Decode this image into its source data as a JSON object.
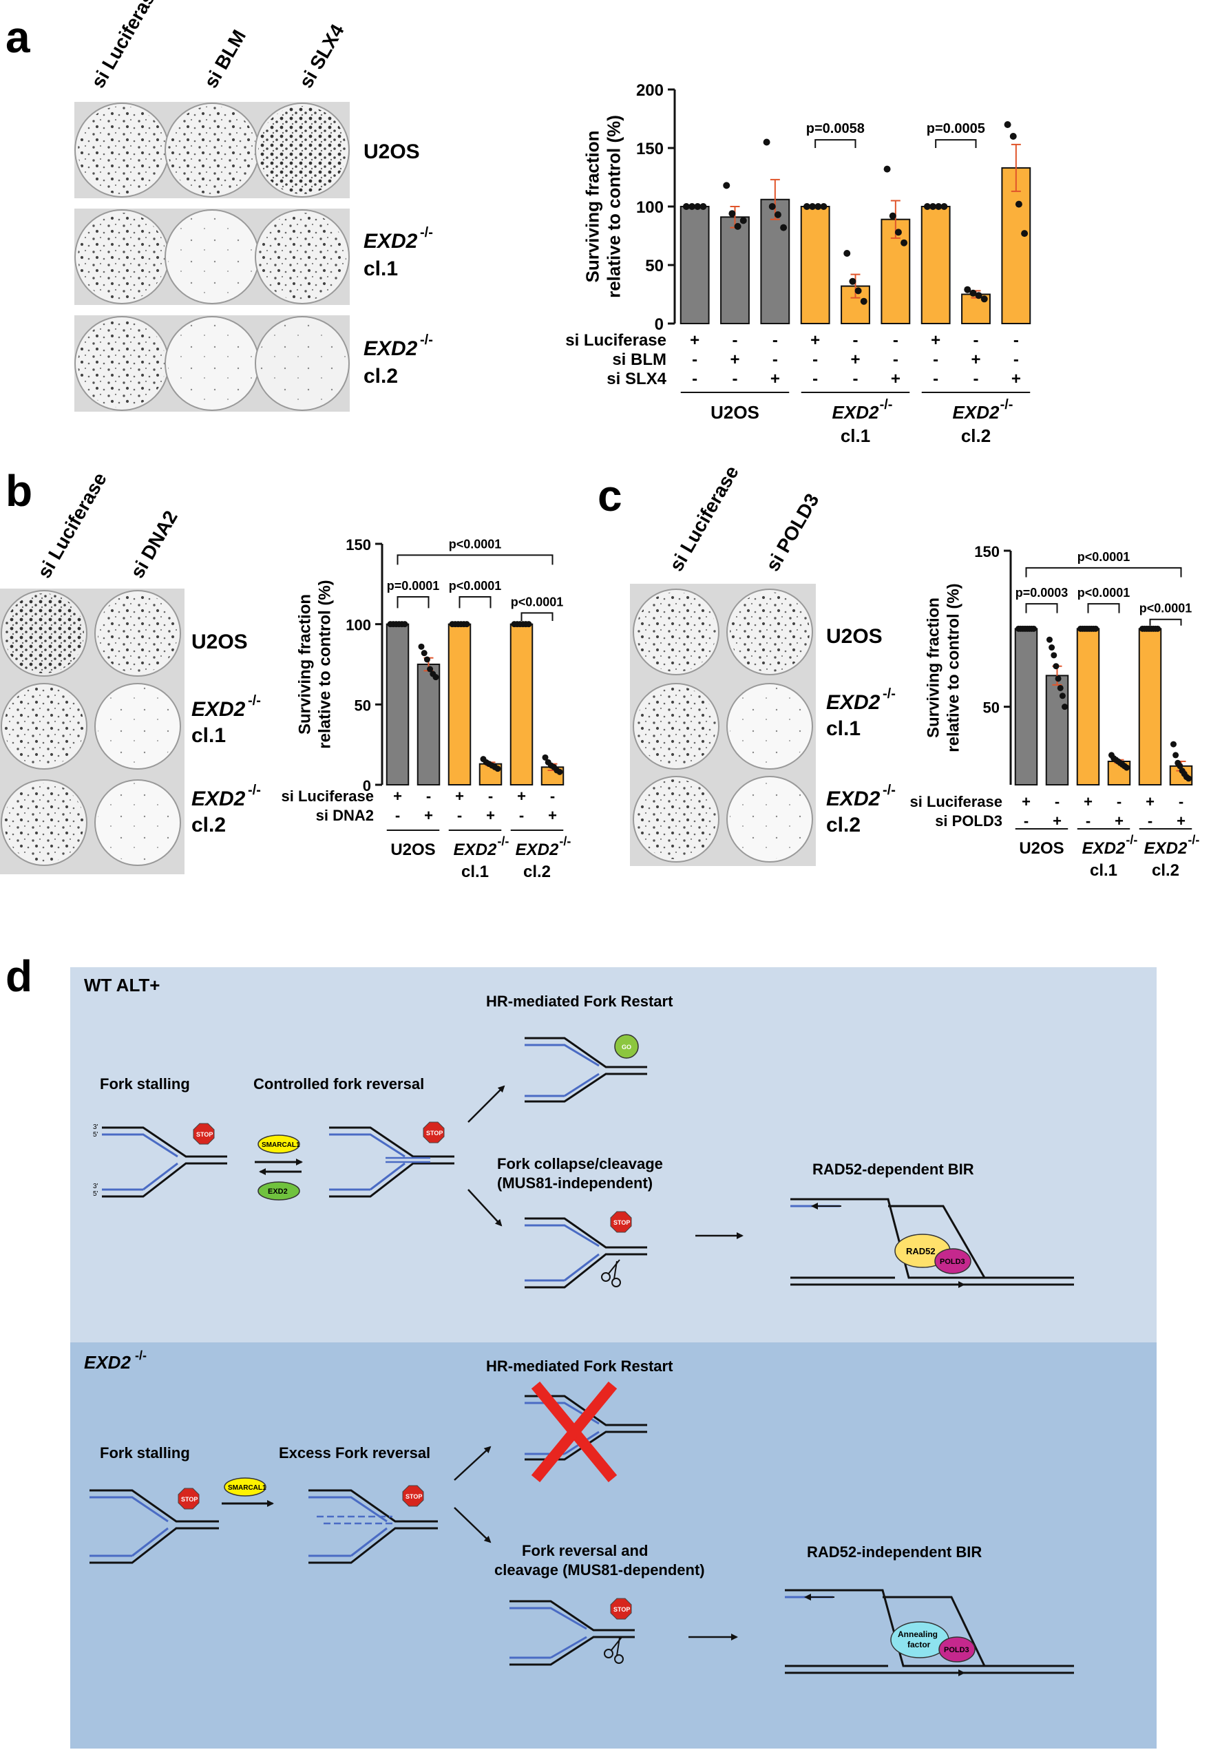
{
  "panels": {
    "a": {
      "letter": "a",
      "plate_columns": [
        "si Luciferase",
        "si BLM",
        "si SLX4"
      ],
      "rows": [
        {
          "label": "U2OS",
          "label2": ""
        },
        {
          "label": "EXD2",
          "sup": "-/-",
          "label2": "cl.1"
        },
        {
          "label": "EXD2",
          "sup": "-/-",
          "label2": "cl.2"
        }
      ],
      "ylabel_line1": "Surviving fraction",
      "ylabel_line2": "relative to control (%)",
      "yticks": [
        "0",
        "50",
        "100",
        "150",
        "200"
      ],
      "condition_labels": [
        "si Luciferase",
        "si BLM",
        "si SLX4"
      ],
      "condition_signs": [
        [
          "+",
          "-",
          "-",
          "+",
          "-",
          "-",
          "+",
          "-",
          "-"
        ],
        [
          "-",
          "+",
          "-",
          "-",
          "+",
          "-",
          "-",
          "+",
          "-"
        ],
        [
          "-",
          "-",
          "+",
          "-",
          "-",
          "+",
          "-",
          "-",
          "+"
        ]
      ],
      "groups": [
        {
          "name": "U2OS",
          "sup": "",
          "name2": ""
        },
        {
          "name": "EXD2",
          "sup": "-/-",
          "name2": "cl.1"
        },
        {
          "name": "EXD2",
          "sup": "-/-",
          "name2": "cl.2"
        }
      ],
      "pvalues": [
        "p=0.0058",
        "p=0.0005"
      ]
    },
    "b": {
      "letter": "b",
      "plate_columns": [
        "si Luciferase",
        "si DNA2"
      ],
      "rows": [
        {
          "label": "U2OS",
          "label2": ""
        },
        {
          "label": "EXD2",
          "sup": "-/-",
          "label2": "cl.1"
        },
        {
          "label": "EXD2",
          "sup": "-/-",
          "label2": "cl.2"
        }
      ],
      "ylabel_line1": "Surviving fraction",
      "ylabel_line2": "relative to control (%)",
      "yticks": [
        "0",
        "50",
        "100",
        "150"
      ],
      "condition_labels": [
        "si Luciferase",
        "si DNA2"
      ],
      "condition_signs": [
        [
          "+",
          "-",
          "+",
          "-",
          "+",
          "-"
        ],
        [
          "-",
          "+",
          "-",
          "+",
          "-",
          "+"
        ]
      ],
      "groups": [
        {
          "name": "U2OS",
          "sup": "",
          "name2": ""
        },
        {
          "name": "EXD2",
          "sup": "-/-",
          "name2": "cl.1"
        },
        {
          "name": "EXD2",
          "sup": "-/-",
          "name2": "cl.2"
        }
      ],
      "pvalues": [
        "p<0.0001",
        "p=0.0001",
        "p<0.0001",
        "p<0.0001"
      ]
    },
    "c": {
      "letter": "c",
      "plate_columns": [
        "si Luciferase",
        "si POLD3"
      ],
      "rows": [
        {
          "label": "U2OS",
          "label2": ""
        },
        {
          "label": "EXD2",
          "sup": "-/-",
          "label2": "cl.1"
        },
        {
          "label": "EXD2",
          "sup": "-/-",
          "label2": "cl.2"
        }
      ],
      "ylabel_line1": "Surviving fraction",
      "ylabel_line2": "relative to control (%)",
      "yticks": [
        "50",
        "150"
      ],
      "condition_labels": [
        "si Luciferase",
        "si POLD3"
      ],
      "condition_signs": [
        [
          "+",
          "-",
          "+",
          "-",
          "+",
          "-"
        ],
        [
          "-",
          "+",
          "-",
          "+",
          "-",
          "+"
        ]
      ],
      "groups": [
        {
          "name": "U2OS",
          "sup": "",
          "name2": ""
        },
        {
          "name": "EXD2",
          "sup": "-/-",
          "name2": "cl.1"
        },
        {
          "name": "EXD2",
          "sup": "-/-",
          "name2": "cl.2"
        }
      ],
      "pvalues": [
        "p<0.0001",
        "p=0.0003",
        "p<0.0001",
        "p<0.0001"
      ]
    },
    "d": {
      "letter": "d",
      "wt": {
        "title": "WT ALT+",
        "fork_stalling": "Fork stalling",
        "controlled_reversal": "Controlled fork reversal",
        "hr_restart": "HR-mediated Fork Restart",
        "collapse_line1": "Fork collapse/cleavage",
        "collapse_line2": "(MUS81-independent)",
        "bir": "RAD52-dependent BIR",
        "smarcal1": "SMARCAL1",
        "exd2": "EXD2",
        "stop": "STOP",
        "go": "GO",
        "rad52": "RAD52",
        "pold3": "POLD3"
      },
      "ko": {
        "title": "EXD2",
        "title_sup": "-/-",
        "fork_stalling": "Fork stalling",
        "excess_reversal": "Excess Fork reversal",
        "hr_restart": "HR-mediated Fork Restart",
        "cleavage_line1": "Fork reversal and",
        "cleavage_line2": "cleavage (MUS81-dependent)",
        "bir": "RAD52-independent BIR",
        "smarcal1": "SMARCAL1",
        "stop": "STOP",
        "annealing_line1": "Annealing",
        "annealing_line2": "factor",
        "pold3": "POLD3"
      },
      "strand_labels": {
        "three": "3'",
        "five": "5'"
      }
    }
  },
  "chart_data": [
    {
      "type": "bar",
      "panel": "a",
      "categories": [
        "U2OS si Luciferase",
        "U2OS si BLM",
        "U2OS si SLX4",
        "EXD2-/- cl.1 si Luciferase",
        "EXD2-/- cl.1 si BLM",
        "EXD2-/- cl.1 si SLX4",
        "EXD2-/- cl.2 si Luciferase",
        "EXD2-/- cl.2 si BLM",
        "EXD2-/- cl.2 si SLX4"
      ],
      "values": [
        100,
        91,
        106,
        100,
        32,
        89,
        100,
        25,
        133
      ],
      "errors": [
        0,
        9,
        17,
        0,
        10,
        16,
        0,
        3,
        20
      ],
      "points": [
        [
          100,
          100,
          100,
          100
        ],
        [
          118,
          94,
          83,
          88
        ],
        [
          155,
          100,
          93,
          82
        ],
        [
          100,
          100,
          100,
          100
        ],
        [
          60,
          36,
          28,
          19
        ],
        [
          132,
          92,
          78,
          69
        ],
        [
          100,
          100,
          100,
          100
        ],
        [
          29,
          26,
          24,
          21
        ],
        [
          170,
          160,
          102,
          77
        ]
      ],
      "colors": [
        "#7f7f7f",
        "#7f7f7f",
        "#7f7f7f",
        "#fbb03b",
        "#fbb03b",
        "#fbb03b",
        "#fbb03b",
        "#fbb03b",
        "#fbb03b"
      ],
      "ylabel": "Surviving fraction relative to control (%)",
      "ylim": [
        0,
        200
      ]
    },
    {
      "type": "bar",
      "panel": "b",
      "categories": [
        "U2OS si Luciferase",
        "U2OS si DNA2",
        "EXD2-/- cl.1 si Luciferase",
        "EXD2-/- cl.1 si DNA2",
        "EXD2-/- cl.2 si Luciferase",
        "EXD2-/- cl.2 si DNA2"
      ],
      "values": [
        100,
        75,
        100,
        13,
        100,
        11
      ],
      "errors": [
        0,
        4,
        0,
        1,
        0,
        2
      ],
      "points": [
        [
          100,
          100,
          100,
          100,
          100,
          100
        ],
        [
          86,
          82,
          78,
          72,
          69,
          67
        ],
        [
          100,
          100,
          100,
          100,
          100,
          100
        ],
        [
          16,
          14,
          13,
          12,
          11,
          10
        ],
        [
          100,
          100,
          100,
          100,
          100,
          100
        ],
        [
          17,
          14,
          12,
          11,
          9,
          8
        ]
      ],
      "colors": [
        "#7f7f7f",
        "#7f7f7f",
        "#fbb03b",
        "#fbb03b",
        "#fbb03b",
        "#fbb03b"
      ],
      "ylabel": "Surviving fraction relative to control (%)",
      "ylim": [
        0,
        150
      ]
    },
    {
      "type": "bar",
      "panel": "c",
      "categories": [
        "U2OS si Luciferase",
        "U2OS si POLD3",
        "EXD2-/- cl.1 si Luciferase",
        "EXD2-/- cl.1 si POLD3",
        "EXD2-/- cl.2 si Luciferase",
        "EXD2-/- cl.2 si POLD3"
      ],
      "values": [
        100,
        70,
        100,
        15,
        100,
        12
      ],
      "errors": [
        0,
        6,
        0,
        1,
        0,
        3
      ],
      "points": [
        [
          100,
          100,
          100,
          100,
          100,
          100,
          100,
          100
        ],
        [
          93,
          88,
          83,
          76,
          68,
          62,
          57,
          50
        ],
        [
          100,
          100,
          100,
          100,
          100,
          100,
          100,
          100
        ],
        [
          19,
          17,
          16,
          15,
          14,
          13,
          12,
          11
        ],
        [
          100,
          100,
          100,
          100,
          100,
          100,
          100,
          100
        ],
        [
          26,
          19,
          14,
          12,
          9,
          7,
          5,
          4
        ]
      ],
      "colors": [
        "#7f7f7f",
        "#7f7f7f",
        "#fbb03b",
        "#fbb03b",
        "#fbb03b",
        "#fbb03b"
      ],
      "ylabel": "Surviving fraction relative to control (%)",
      "ylim": [
        0,
        150
      ]
    }
  ]
}
